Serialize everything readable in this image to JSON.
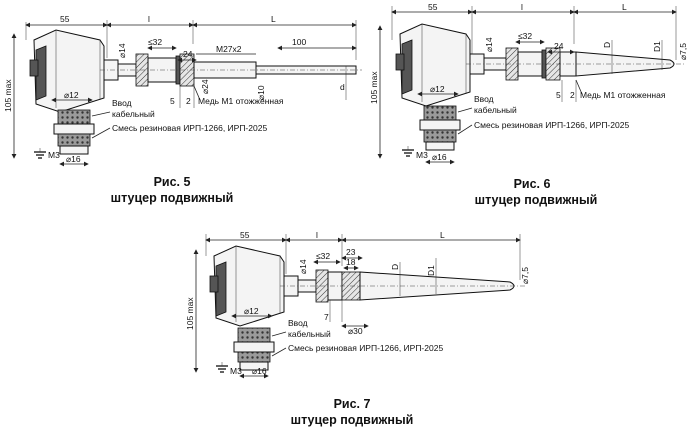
{
  "figures": [
    {
      "id": "fig5",
      "caption": "Рис. 5",
      "subtitle": "штуцер подвижный",
      "dims": {
        "d55": "55",
        "l": "l",
        "L": "L",
        "d105": "105 max",
        "d14": "⌀14",
        "s32": "≤32",
        "d24": "24",
        "m27": "M27x2",
        "d100": "100",
        "d24b": "⌀24",
        "d10": "⌀10",
        "dd": "d",
        "d12": "⌀12",
        "d5": "5",
        "d2": "2",
        "m3": "M3",
        "d16": "⌀16"
      },
      "notes": {
        "gland": "Ввод",
        "gland2": "кабельный",
        "copper": "Медь M1 отожженная",
        "rubber": "Смесь резиновая ИРП-1266, ИРП-2025"
      }
    },
    {
      "id": "fig6",
      "caption": "Рис. 6",
      "subtitle": "штуцер подвижный",
      "dims": {
        "d55": "55",
        "l": "l",
        "L": "L",
        "d105": "105 max",
        "d14": "⌀14",
        "s32": "≤32",
        "d24": "24",
        "D": "D",
        "D1": "D1",
        "d75": "⌀7,5",
        "d12": "⌀12",
        "d5": "5",
        "d2": "2",
        "m3": "M3",
        "d16": "⌀16"
      },
      "notes": {
        "gland": "Ввод",
        "gland2": "кабельный",
        "copper": "Медь M1 отожженная",
        "rubber": "Смесь резиновая ИРП-1266, ИРП-2025"
      }
    },
    {
      "id": "fig7",
      "caption": "Рис. 7",
      "subtitle": "штуцер подвижный",
      "dims": {
        "d55": "55",
        "l": "l",
        "L": "L",
        "d105": "105 max",
        "d14": "⌀14",
        "s32": "≤32",
        "d23": "23",
        "d18": "18",
        "D": "D",
        "D1": "D1",
        "d75": "⌀7,5",
        "d12": "⌀12",
        "d7": "7",
        "d30": "⌀30",
        "m3": "M3",
        "d16": "⌀16"
      },
      "notes": {
        "gland": "Ввод",
        "gland2": "кабельный",
        "rubber": "Смесь резиновая ИРП-1266, ИРП-2025"
      }
    }
  ]
}
